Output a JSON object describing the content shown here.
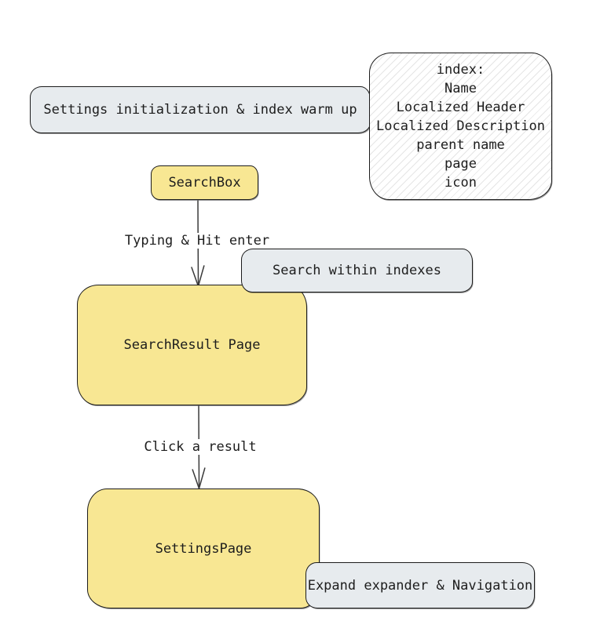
{
  "diagram": {
    "colors": {
      "yellow_fill": "#f8e793",
      "gray_fill": "#e7ebee",
      "stroke": "#1c1c1c",
      "text": "#1d1d1d",
      "hatch_line": "#d6d6d6",
      "background": "#ffffff"
    },
    "nodes": {
      "settings_init": {
        "label": "Settings initialization & index warm up"
      },
      "index_note": {
        "title": "index:",
        "fields": [
          "Name",
          "Localized Header",
          "Localized Description",
          "parent name",
          "page",
          "icon"
        ]
      },
      "search_box": {
        "label": "SearchBox"
      },
      "search_within": {
        "label": "Search within indexes"
      },
      "search_result": {
        "label": "SearchResult Page"
      },
      "settings_page": {
        "label": "SettingsPage"
      },
      "expand_nav": {
        "label": "Expand expander & Navigation"
      }
    },
    "edges": {
      "typing": {
        "label": "Typing & Hit enter"
      },
      "click": {
        "label": "Click a result"
      }
    }
  }
}
